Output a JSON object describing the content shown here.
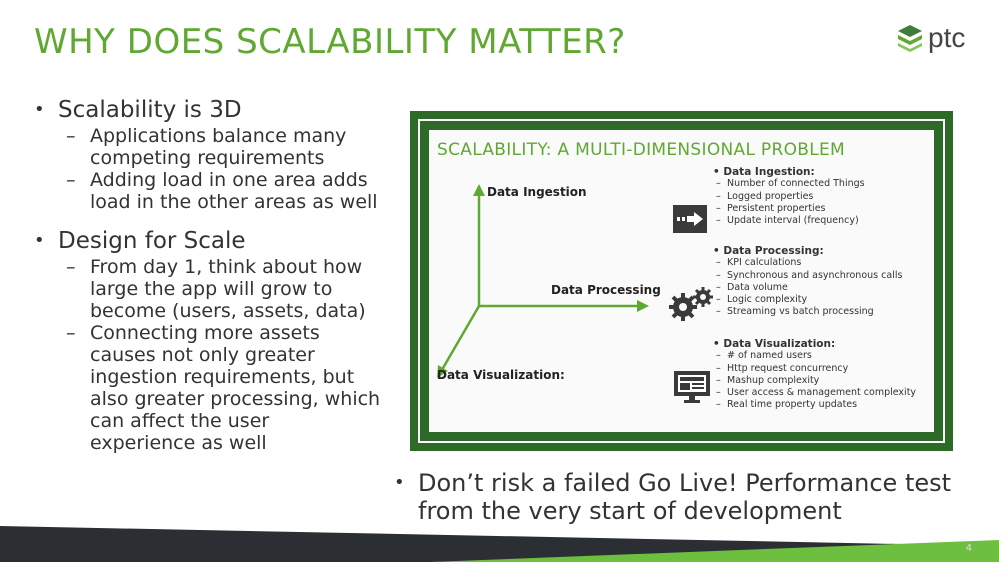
{
  "slide": {
    "title": "WHY DOES SCALABILITY MATTER?",
    "logo_text": "ptc",
    "page_number": "4"
  },
  "bullets": [
    {
      "text": "Scalability is 3D",
      "subs": [
        [
          "Applications balance many",
          "competing requirements"
        ],
        [
          "Adding load in one area adds",
          "load in the other areas as well"
        ]
      ]
    },
    {
      "text": "Design for Scale",
      "subs": [
        [
          "From day 1, think about how",
          "large the app will grow to",
          "become (users, assets, data)"
        ],
        [
          "Connecting more assets",
          "causes not only greater",
          "ingestion requirements, but",
          "also greater processing, which",
          "can affect the user",
          "experience as well"
        ]
      ]
    }
  ],
  "bottom_bullet": [
    "Don’t risk a failed Go Live! Performance test",
    "from the very start of development"
  ],
  "figure": {
    "title": "SCALABILITY: A MULTI-DIMENSIONAL PROBLEM",
    "axes": {
      "y": "Data Ingestion",
      "x": "Data Processing",
      "z": "Data Visualization:"
    },
    "sections": [
      {
        "heading": "Data Ingestion:",
        "icon": "arrow-right-icon",
        "items": [
          "Number of connected Things",
          "Logged properties",
          "Persistent properties",
          "Update interval (frequency)"
        ]
      },
      {
        "heading": "Data Processing:",
        "icon": "gears-icon",
        "items": [
          "KPI calculations",
          "Synchronous and asynchronous calls",
          "Data volume",
          "Logic complexity",
          "Streaming vs batch processing"
        ]
      },
      {
        "heading": "Data Visualization:",
        "icon": "monitor-icon",
        "items": [
          "# of named users",
          "Http request concurrency",
          "Mashup complexity",
          "User access & management complexity",
          "Real time property updates"
        ]
      }
    ]
  },
  "colors": {
    "accent": "#5fa832",
    "figure_frame": "#2d6a27",
    "footer_dark": "#2b2f33",
    "footer_green": "#6dbf3f"
  }
}
